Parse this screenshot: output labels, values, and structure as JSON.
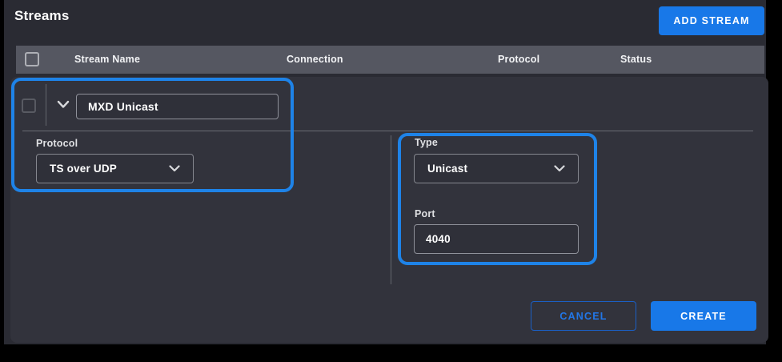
{
  "page": {
    "title": "Streams"
  },
  "toolbar": {
    "add_stream_label": "ADD STREAM"
  },
  "table": {
    "headers": [
      "Stream Name",
      "Connection",
      "Protocol",
      "Status"
    ],
    "select_all_checked": false
  },
  "editor": {
    "row_checked": false,
    "stream_name": {
      "value": "MXD Unicast"
    },
    "protocol": {
      "label": "Protocol",
      "value": "TS over UDP"
    },
    "type": {
      "label": "Type",
      "value": "Unicast"
    },
    "port": {
      "label": "Port",
      "value": "4040"
    }
  },
  "actions": {
    "cancel_label": "CANCEL",
    "create_label": "CREATE"
  },
  "icons": {
    "row_expander": "chevron-down-icon",
    "select_indicator": "chevron-down-icon"
  },
  "colors": {
    "accent_blue": "#1878e8",
    "highlight_outline": "#1e83e8",
    "header_bar": "#555761",
    "card_background": "#32333c",
    "page_background": "#2a2b33"
  }
}
